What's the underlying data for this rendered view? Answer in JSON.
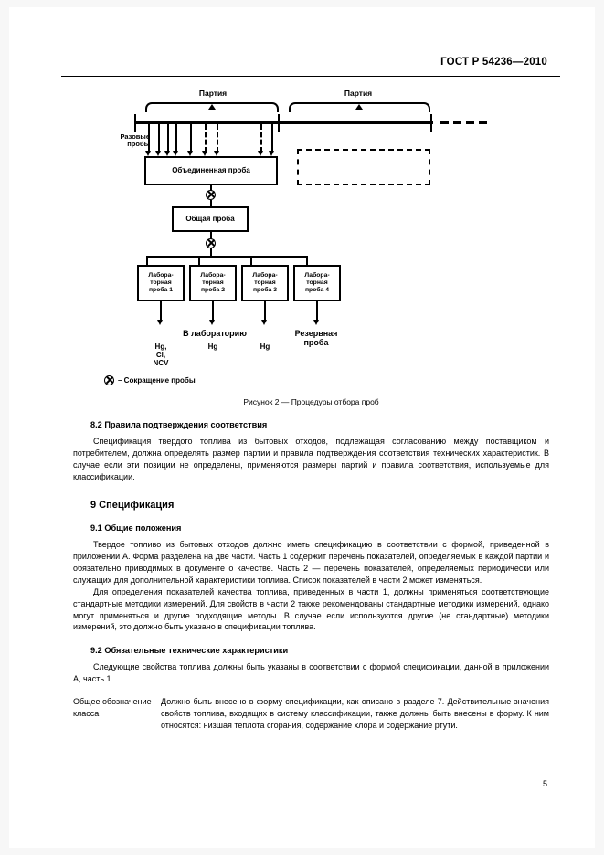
{
  "header": {
    "standard_title": "ГОСТ Р 54236—2010"
  },
  "figure": {
    "caption": "Рисунок 2 — Процедуры отбора проб",
    "lot_label_1": "Партия",
    "lot_label_2": "Партия",
    "increment_label": "Разовые\nпробы",
    "combined_sample": "Объединенная проба",
    "common_sample": "Общая проба",
    "lab_samples": [
      "Лабора-\nторная\nпроба 1",
      "Лабора-\nторная\nпроба 2",
      "Лабора-\nторная\nпроба 3",
      "Лабора-\nторная\nпроба 4"
    ],
    "destination_lab": "В лабораторию",
    "destination_reserve": "Резервная\nпроба",
    "analyte_labels": [
      "Hg,\nCl,\nNCV",
      "Hg",
      "Hg"
    ],
    "legend_symbol": "reduction-icon",
    "legend_text": "– Сокращение пробы"
  },
  "sections": {
    "s82": {
      "heading": "8.2 Правила подтверждения соответствия",
      "paragraph": "Спецификация твердого топлива из бытовых отходов, подлежащая согласованию между поставщиком и потребителем, должна определять размер партии и правила подтверждения соответствия технических характеристик. В случае если эти позиции не определены, применяются размеры партий и правила соответствия, используемые для классификации."
    },
    "s9": {
      "heading": "9 Спецификация"
    },
    "s91": {
      "heading": "9.1 Общие положения",
      "paragraph_1": "Твердое топливо из бытовых отходов должно иметь спецификацию в соответствии с формой, приведенной в приложении А. Форма разделена на две части. Часть 1 содержит перечень показателей, определяемых в каждой партии и обязательно приводимых в документе о качестве. Часть 2 — перечень показателей, определяемых периодически или служащих для дополнительной характеристики топлива. Список показателей в части 2 может изменяться.",
      "paragraph_2": "Для определения показателей качества топлива, приведенных в части 1, должны применяться соответствующие стандартные методики измерений. Для свойств в части 2 также рекомендованы стандартные методики измерений, однако могут применяться и другие подходящие методы. В случае если используются другие (не стандартные) методики измерений, это должно быть указано в спецификации топлива."
    },
    "s92": {
      "heading": "9.2 Обязательные технические характеристики",
      "paragraph": "Следующие свойства топлива должны быть указаны в соответствии с формой спецификации, данной в приложении А, часть 1.",
      "definition_term": "Общее обозначение класса",
      "definition_text": "Должно быть внесено в форму спецификации, как описано в разделе 7. Действительные значения свойств топлива, входящих в систему классификации, также должны быть внесены в форму. К ним относятся: низшая теплота сгорания, содержание хлора и содержание ртути."
    }
  },
  "footer": {
    "page_number": "5"
  }
}
